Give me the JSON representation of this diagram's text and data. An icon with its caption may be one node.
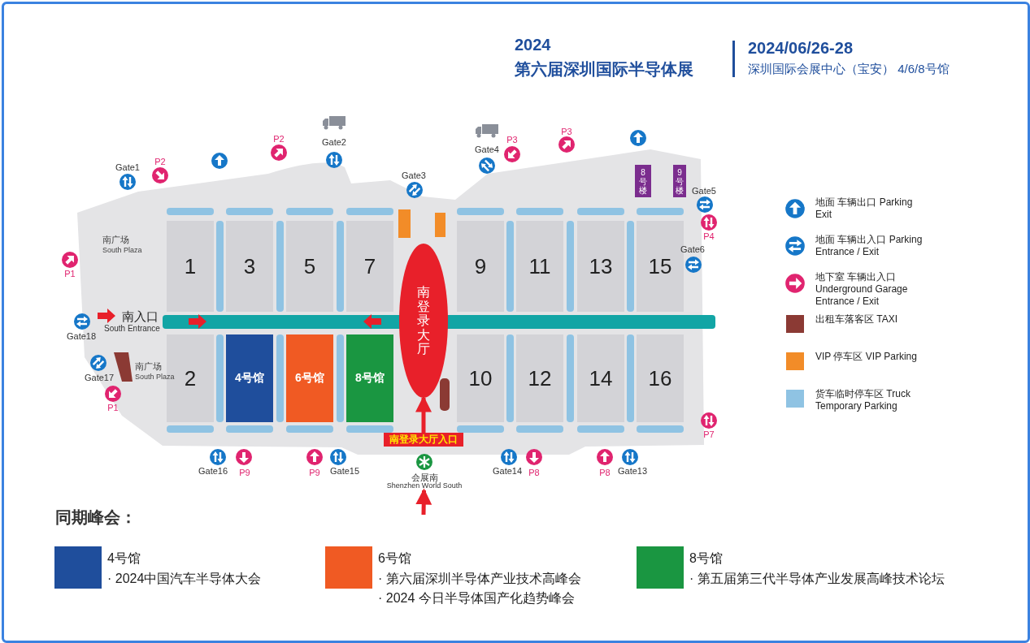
{
  "diagram": {
    "title": "第六届深圳国际半导体展",
    "nodes": [
      {
        "text": [
          "1"
        ]
      },
      {
        "text": [
          "3"
        ]
      },
      {
        "text": [
          "5"
        ]
      },
      {
        "text": [
          "7"
        ]
      },
      {
        "text": [
          "9"
        ]
      },
      {
        "text": [
          "11"
        ]
      },
      {
        "text": [
          "13"
        ]
      },
      {
        "text": [
          "15"
        ]
      },
      {
        "text": [
          "2"
        ]
      },
      {
        "text": [
          "4号馆"
        ]
      },
      {
        "text": [
          "6号馆"
        ]
      },
      {
        "text": [
          "8号馆"
        ]
      },
      {
        "text": [
          "10"
        ]
      },
      {
        "text": [
          "12"
        ]
      },
      {
        "text": [
          "14"
        ]
      },
      {
        "text": [
          "16"
        ]
      },
      {
        "text": [
          "南登录大厅"
        ]
      },
      {
        "text": [
          "南登录大厅入口"
        ]
      },
      {
        "text": [
          "会展南",
          "Shenzhen World South"
        ]
      },
      {
        "text": [
          "8号楼"
        ]
      },
      {
        "text": [
          "9号楼"
        ]
      }
    ],
    "edges": [
      {
        "from": 17,
        "to": 16,
        "arrow": "to"
      },
      {
        "from": null,
        "to": 18,
        "arrow": "to"
      }
    ],
    "labels": [
      "2024",
      "2024/06/26-28",
      "深圳国际会展中心（宝安） 4/6/8号馆",
      "P2",
      "Gate2",
      "P3",
      "P3",
      "Gate4",
      "P2",
      "Gate1",
      "Gate3",
      "Gate5",
      "P4",
      "南广场",
      "South Plaza",
      "Gate6",
      "P1",
      "南入口",
      "South Entrance",
      "Gate18",
      "Gate17",
      "南广场",
      "South Plaza",
      "P1",
      "P7",
      "Gate16",
      "P9",
      "P9",
      "Gate15",
      "Gate14",
      "P8",
      "P8",
      "Gate13",
      "同期峰会：",
      "· 2024中国汽车半导体大会",
      "· 第六届深圳半导体产业技术高峰会",
      "· 2024 今日半导体国产化趋势峰会",
      "· 第五届第三代半导体产业发展高峰技术论坛"
    ],
    "legend": [
      {
        "text": "地面 车辆出口 Parking Exit"
      },
      {
        "text": "地面 车辆出入口 Parking Entrance / Exit"
      },
      {
        "text": "地下室 车辆出入口 Underground Garage Entrance / Exit"
      },
      {
        "text": "出租车落客区 TAXI",
        "color": "#8b3a34"
      },
      {
        "text": "VIP 停车区 VIP Parking",
        "color": "#f28c28"
      },
      {
        "text": "货车临时停车区 Truck Temporary Parking",
        "color": "#8fc3e3"
      },
      {
        "text": "4号馆",
        "color": "#1f4e9c"
      },
      {
        "text": "6号馆",
        "color": "#f05a23"
      },
      {
        "text": "8号馆",
        "color": "#1a9641"
      }
    ]
  }
}
